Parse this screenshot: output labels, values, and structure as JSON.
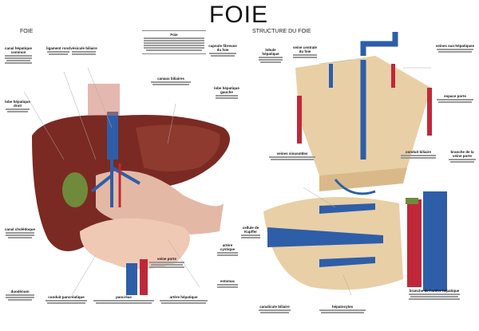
{
  "title": "FOIE",
  "sections": {
    "left": "FOIE",
    "right": "STRUCTURE DU FOIE"
  },
  "labels": {
    "foie": "Foie",
    "canal_hepatique_commun": "canal hépatique commun",
    "ligament_rond": "ligament rond",
    "vesicule_biliaire": "vésicule biliaire",
    "lobe_droit": "lobe hépatique droit",
    "capsule": "capsule fibreuse du foie",
    "lobe_gauche": "lobe hépatique gauche",
    "canaux_biliaires": "canaux biliaires",
    "choledoque": "canal cholédoque",
    "duodenum": "duodénum",
    "conduit_pancreatique": "conduit pancréatique",
    "pancreas": "pancréas",
    "veine_porte": "veine porte",
    "artere_hepatique": "artère hépatique",
    "artere_cystique": "artère cystique",
    "estomac": "estomac",
    "veine_centrale": "veine centrale du foie",
    "lobule": "lobule hépatique",
    "veines_sus_hepatiques": "veines sus-hépatiques",
    "espace_porte": "espace porte",
    "veines_sinusoides": "veines sinusoïdes",
    "conduit_biliaire": "conduit biliaire",
    "branche_veine_porte": "branche de la veine porte",
    "cellule_kupffer": "cellule de Kupffer",
    "canalicule": "canalicule biliaire",
    "hepatocytes": "hépatocytes",
    "branche_artere": "branche de l'artère hépatique"
  },
  "colors": {
    "liver": "#7a2a22",
    "vein": "#2e5ea8",
    "artery": "#c0283a",
    "tissue": "#e8cfa6",
    "gall": "#6f8a3a"
  }
}
